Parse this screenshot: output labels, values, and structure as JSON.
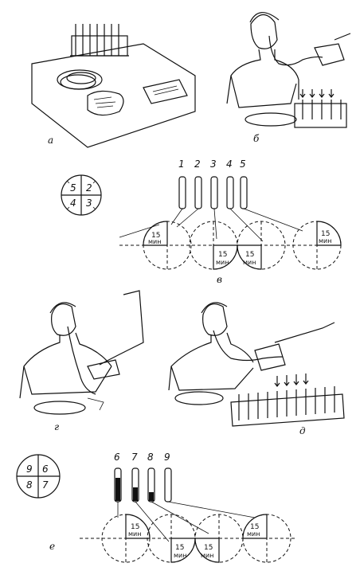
{
  "panels": {
    "a": {
      "label": "а"
    },
    "b": {
      "label": "б"
    },
    "v": {
      "label": "в",
      "dial": [
        "5",
        "2",
        "4",
        "3"
      ],
      "tubes": [
        "1",
        "2",
        "3",
        "4",
        "5"
      ],
      "portions": [
        {
          "value": "15",
          "unit": "мин"
        },
        {
          "value": "15",
          "unit": "мин"
        },
        {
          "value": "15",
          "unit": "мин"
        },
        {
          "value": "15",
          "unit": "мин"
        }
      ]
    },
    "g": {
      "label": "г"
    },
    "d": {
      "label": "д"
    },
    "e": {
      "label": "е",
      "dial": [
        "9",
        "6",
        "8",
        "7"
      ],
      "tubes": [
        "6",
        "7",
        "8",
        "9"
      ],
      "portions": [
        {
          "value": "15",
          "unit": "мин"
        },
        {
          "value": "15",
          "unit": "мин"
        },
        {
          "value": "15",
          "unit": "мин"
        },
        {
          "value": "15",
          "unit": "мин"
        }
      ]
    }
  }
}
